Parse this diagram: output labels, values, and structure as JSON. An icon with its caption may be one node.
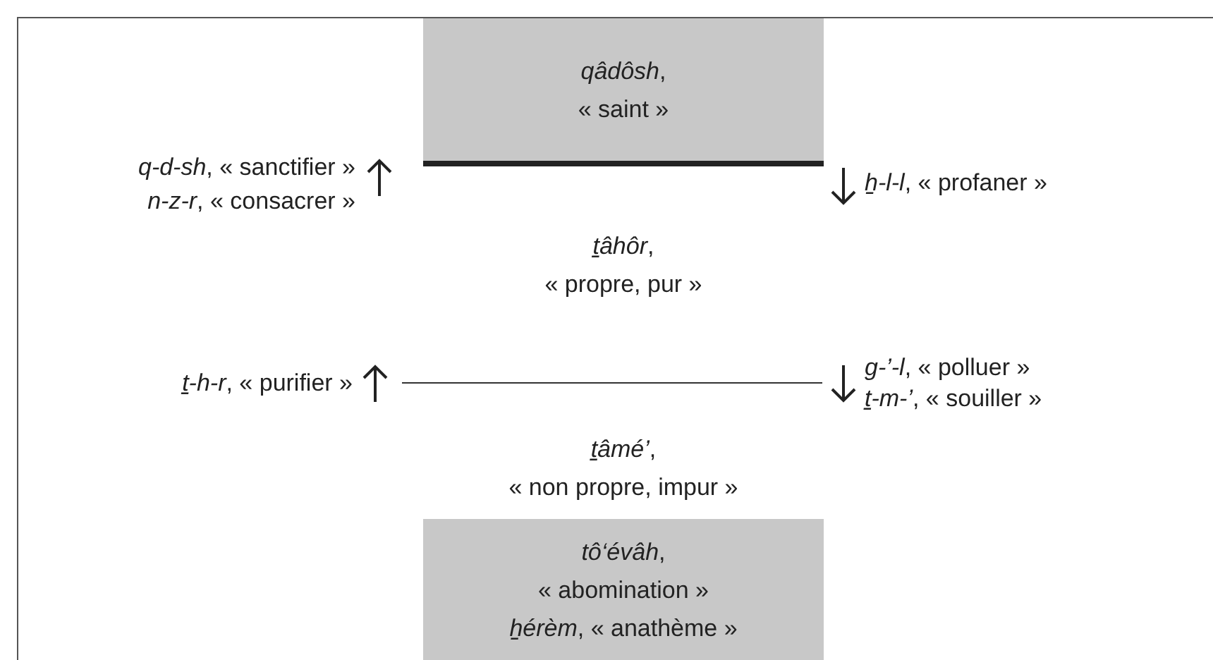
{
  "diagram": {
    "nodes": [
      {
        "text": [
          "*qâdôsh*, « saint »"
        ]
      },
      {
        "text": [
          "*ṯâhôr*, « propre, pur »"
        ]
      },
      {
        "text": [
          "*ṯâmé’*, « non propre, impur »"
        ]
      },
      {
        "text": [
          "*tô‘évâh*, « abomination »",
          "*ẖérèm*, « anathème »"
        ]
      }
    ],
    "labels": [
      "*q-d-sh*, « sanctifier »",
      "*n-z-r*, « consacrer »",
      "*ẖ-l-l*, « profaner »",
      "*ṯ-h-r*, « purifier »",
      "*g-’-l*, « polluer »",
      "*ṯ-m-’*, « souiller »"
    ]
  }
}
